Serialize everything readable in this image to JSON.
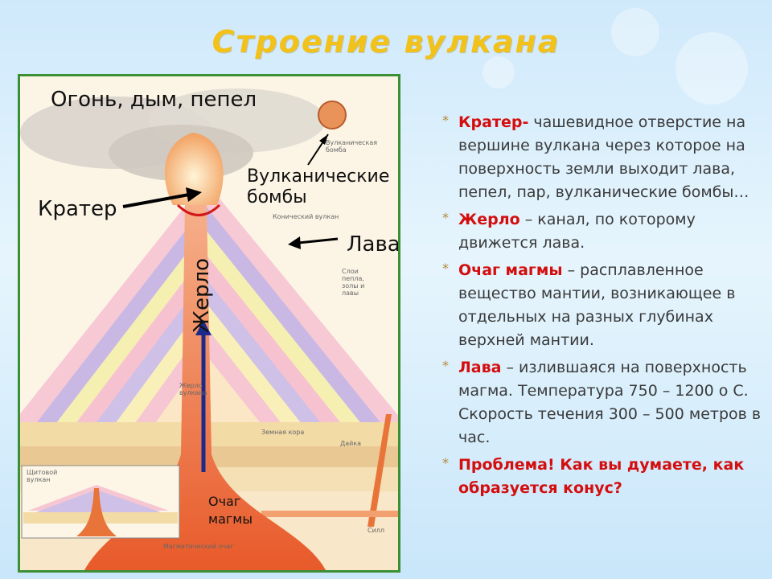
{
  "title": "Строение вулкана",
  "diagram": {
    "labels": {
      "fire_smoke": "Огонь, дым, пепел",
      "bombs": "Вулканические бомбы",
      "crater": "Кратер",
      "lava": "Лава",
      "vent": "Жерло",
      "chamber": "Очаг магмы"
    },
    "small_labels": {
      "bomb_caption": "Вулканическая бомба",
      "cone": "Конический вулкан",
      "layers": "Слои пепла, золы и лавы",
      "vent_small": "Жерло вулкана",
      "crust": "Земная кора",
      "dike": "Дайка",
      "shield": "Щитовой вулкан",
      "sill": "Силл",
      "chamber_small": "Магматический очаг"
    }
  },
  "definitions": [
    {
      "term": "Кратер-",
      "text": " чашевидное отверстие на вершине вулкана через которое на поверхность земли выходит лава, пепел, пар, вулканические бомбы…"
    },
    {
      "term": "Жерло",
      "text": " – канал, по которому движется лава."
    },
    {
      "term": " Очаг магмы",
      "text": " – расплавленное вещество мантии, возникающее в отдельных на разных глубинах  верхней мантии."
    },
    {
      "term": "Лава",
      "text": " – излившаяся на поверхность магма. Температура 750 – 1200 о С. Скорость течения 300 – 500 метров в час."
    }
  ],
  "problem": "Проблема! Как вы думаете, как образуется конус?",
  "colors": {
    "title": "#f2c21a",
    "term": "#d40e0e",
    "frame": "#3b8f35"
  }
}
